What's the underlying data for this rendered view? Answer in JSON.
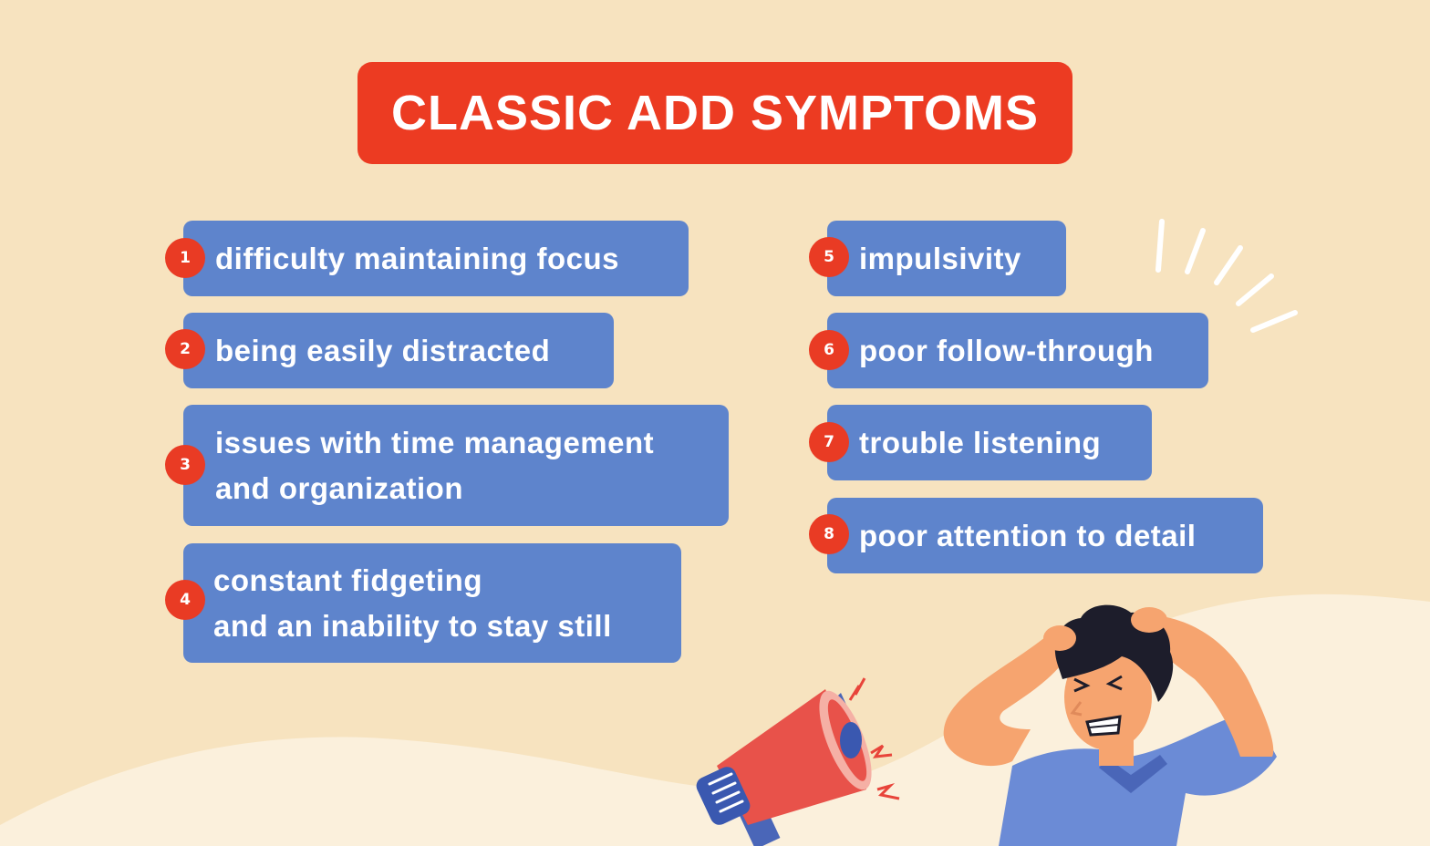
{
  "title": "CLASSIC ADD SYMPTOMS",
  "colors": {
    "background": "#f7e3bf",
    "title_bg": "#ec3b22",
    "pill_bg": "#5e84cc",
    "badge_bg": "#e93b24"
  },
  "symptoms": [
    {
      "number": "1",
      "text": "difficulty maintaining focus"
    },
    {
      "number": "2",
      "text": "being easily distracted"
    },
    {
      "number": "3",
      "text": "issues with time management\nand organization"
    },
    {
      "number": "4",
      "text": "constant fidgeting\nand an inability to stay still"
    },
    {
      "number": "5",
      "text": "impulsivity"
    },
    {
      "number": "6",
      "text": "poor follow-through"
    },
    {
      "number": "7",
      "text": "trouble listening"
    },
    {
      "number": "8",
      "text": "poor attention to detail"
    }
  ],
  "illustration": {
    "icons": [
      "megaphone-icon",
      "stressed-person-illustration",
      "emphasis-lines-icon"
    ]
  }
}
